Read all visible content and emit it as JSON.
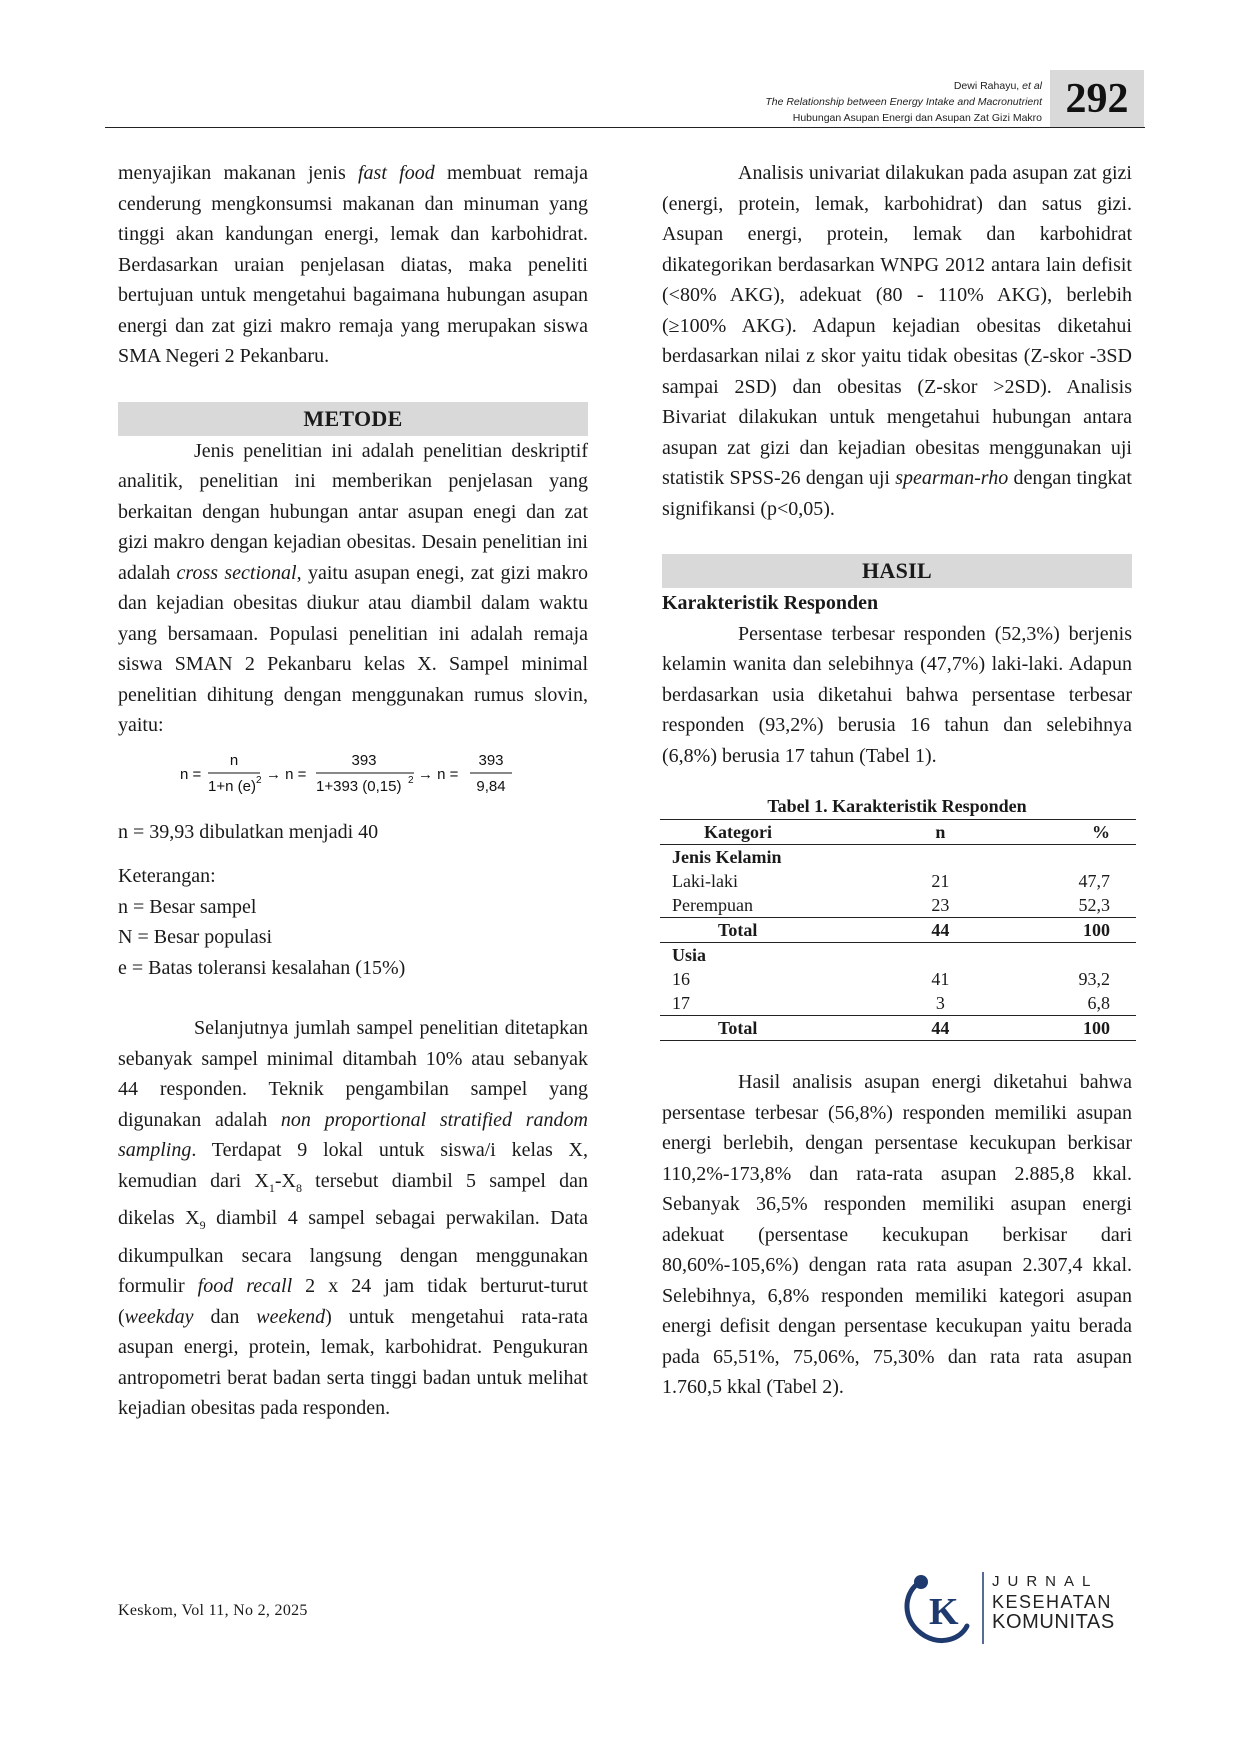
{
  "header": {
    "author": "Dewi Rahayu,",
    "author_etal": "et al",
    "title_en": "The Relationship between Energy Intake and Macronutrient",
    "title_id": "Hubungan Asupan Energi dan Asupan Zat Gizi Makro",
    "page_number": "292"
  },
  "left": {
    "intro": [
      {
        "t": "menyajikan makanan jenis "
      },
      {
        "t": "fast food",
        "i": true
      },
      {
        "t": " membuat remaja cenderung mengkonsumsi makanan dan minuman yang tinggi akan kandungan energi, lemak dan karbohidrat. Berdasarkan uraian penjelasan diatas, maka peneliti bertujuan untuk mengetahui bagaimana hubungan asupan energi dan zat gizi makro remaja yang merupakan siswa SMA Negeri 2 Pekanbaru."
      }
    ],
    "metode_heading": "METODE",
    "metode_p1": [
      {
        "t": "Jenis penelitian ini adalah penelitian deskriptif analitik, penelitian ini memberikan penjelasan yang berkaitan dengan hubungan antar asupan enegi dan zat gizi makro dengan kejadian obesitas. Desain penelitian ini adalah "
      },
      {
        "t": "cross sectional",
        "i": true
      },
      {
        "t": ", yaitu asupan enegi, zat gizi makro dan kejadian obesitas diukur atau diambil dalam waktu yang bersamaan. Populasi penelitian ini adalah remaja siswa SMAN 2 Pekanbaru kelas X. Sampel minimal penelitian dihitung dengan menggunakan rumus slovin, yaitu:"
      }
    ],
    "formula": {
      "n1": "n =",
      "num1": "n",
      "den1": "1+n (e)",
      "exp1": "2",
      "arrow1": "→ n =",
      "num2": "393",
      "den2": "1+393 (0,15)",
      "exp2": "2",
      "arrow2": "→ n =",
      "num3": "393",
      "den3": "9,84"
    },
    "result_line": "n = 39,93 dibulatkan menjadi 40",
    "keterangan_title": "Keterangan:",
    "keterangan": [
      "n  = Besar sampel",
      "N = Besar populasi",
      "e  = Batas toleransi kesalahan (15%)"
    ],
    "metode_p2": [
      {
        "t": "Selanjutnya jumlah sampel penelitian ditetapkan sebanyak sampel minimal ditambah 10% atau sebanyak 44 responden. Teknik pengambilan sampel yang digunakan adalah "
      },
      {
        "t": "non proportional stratified random sampling",
        "i": true
      },
      {
        "t": ". Terdapat 9 lokal untuk siswa/i kelas X, kemudian dari X"
      },
      {
        "t": "1",
        "sub": true
      },
      {
        "t": "-X"
      },
      {
        "t": "8",
        "sub": true
      },
      {
        "t": " tersebut diambil 5 sampel dan dikelas X"
      },
      {
        "t": "9",
        "sub": true
      },
      {
        "t": " diambil 4 sampel sebagai perwakilan. Data dikumpulkan secara langsung dengan menggunakan formulir "
      },
      {
        "t": "food recall",
        "i": true
      },
      {
        "t": " 2 x 24 jam tidak berturut-turut ("
      },
      {
        "t": "weekday",
        "i": true
      },
      {
        "t": " dan "
      },
      {
        "t": "weekend",
        "i": true
      },
      {
        "t": ") untuk mengetahui rata-rata asupan energi, protein, lemak, karbohidrat. Pengukuran antropometri berat badan serta tinggi badan untuk melihat kejadian obesitas pada responden."
      }
    ]
  },
  "right": {
    "analisis_p": [
      {
        "t": "Analisis univariat dilakukan pada asupan zat gizi (energi, protein, lemak, karbohidrat) dan satus gizi.  Asupan energi, protein, lemak dan karbohidrat dikategorikan berdasarkan WNPG 2012 antara lain  defisit  (<80% AKG), adekuat (80 - 110% AKG), berlebih (≥100% AKG). Adapun kejadian obesitas diketahui  berdasarkan nilai z skor yaitu  tidak obesitas (Z-skor -3SD sampai 2SD) dan obesitas (Z-skor >2SD). Analisis Bivariat dilakukan untuk mengetahui hubungan antara asupan zat gizi dan kejadian obesitas menggunakan uji statistik SPSS-26 dengan uji "
      },
      {
        "t": "spearman-rho",
        "i": true
      },
      {
        "t": " dengan tingkat signifikansi (p<0,05)."
      }
    ],
    "hasil_heading": "HASIL",
    "subheading": "Karakteristik Responden",
    "karakteristik_p": [
      {
        "t": "Persentase terbesar responden (52,3%) berjenis kelamin wanita dan selebihnya (47,7%) laki-laki. Adapun berdasarkan usia diketahui bahwa persentase terbesar responden (93,2%) berusia 16 tahun dan selebihnya (6,8%) berusia 17 tahun (Tabel 1)."
      }
    ],
    "table": {
      "title": "Tabel 1. Karakteristik Responden",
      "headers": [
        "Kategori",
        "n",
        "%"
      ],
      "rows": [
        {
          "type": "group",
          "cells": [
            "Jenis Kelamin",
            "",
            ""
          ]
        },
        {
          "type": "row",
          "cells": [
            "Laki-laki",
            "21",
            "47,7"
          ]
        },
        {
          "type": "row",
          "cells": [
            "Perempuan",
            "23",
            "52,3"
          ]
        },
        {
          "type": "total",
          "cells": [
            "Total",
            "44",
            "100"
          ]
        },
        {
          "type": "group",
          "cells": [
            "Usia",
            "",
            ""
          ]
        },
        {
          "type": "row",
          "cells": [
            "16",
            "41",
            "93,2"
          ]
        },
        {
          "type": "row",
          "cells": [
            "17",
            "3",
            "6,8"
          ]
        },
        {
          "type": "total",
          "cells": [
            "Total",
            "44",
            "100"
          ]
        }
      ]
    },
    "hasil_p": [
      {
        "t": "Hasil analisis asupan energi diketahui bahwa persentase terbesar (56,8%) responden memiliki asupan energi berlebih, dengan persentase kecukupan berkisar 110,2%-173,8% dan rata-rata asupan 2.885,8 kkal. Sebanyak 36,5% responden memiliki asupan energi adekuat (persentase kecukupan berkisar dari 80,60%-105,6%) dengan rata rata asupan 2.307,4 kkal. Selebihnya, 6,8% responden memiliki kategori asupan energi defisit dengan persentase kecukupan yaitu berada pada 65,51%, 75,06%, 75,30% dan rata rata asupan 1.760,5 kkal (Tabel 2)."
      }
    ]
  },
  "footer": {
    "citation": "Keskom, Vol 11, No 2, 2025",
    "logo_line1": "JURNAL",
    "logo_line2": "KESEHATAN",
    "logo_line3": "KOMUNITAS",
    "logo_mark": "K"
  },
  "colors": {
    "section_bar": "#d9d9d9",
    "logo_blue": "#1f3a6e",
    "text": "#1a1a1a"
  }
}
